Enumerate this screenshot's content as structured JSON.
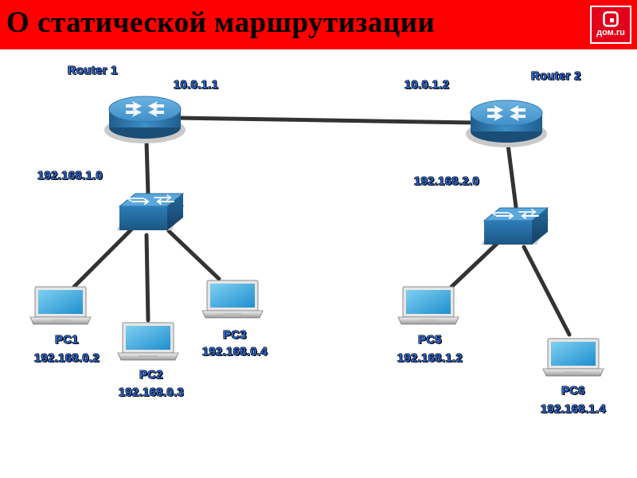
{
  "slide": {
    "title": "О статической маршрутизации",
    "logo": {
      "icon": "dom-ru-home-icon",
      "text": "дом.ru"
    }
  },
  "colors": {
    "header_bg": "#ff0000",
    "label_blue": "#2b67d6",
    "device_blue": "#3a87be",
    "link_color": "#333333"
  },
  "routers": [
    {
      "id": "router-1",
      "name": "Router 1",
      "ip": "10.0.1.1",
      "network": "192.168.1.0"
    },
    {
      "id": "router-2",
      "name": "Router 2",
      "ip": "10.0.1.2",
      "network": "192.168.2.0"
    }
  ],
  "switches": [
    {
      "id": "switch-1",
      "icon": "switch-icon"
    },
    {
      "id": "switch-2",
      "icon": "switch-icon"
    }
  ],
  "pcs": [
    {
      "id": "pc1",
      "name": "PC1",
      "ip": "192.168.0.2"
    },
    {
      "id": "pc2",
      "name": "PC2",
      "ip": "192.168.0.3"
    },
    {
      "id": "pc3",
      "name": "PC3",
      "ip": "192.168.0.4"
    },
    {
      "id": "pc5",
      "name": "PC5",
      "ip": "192.168.1.2"
    },
    {
      "id": "pc6",
      "name": "PC6",
      "ip": "192.168.1.4"
    }
  ]
}
